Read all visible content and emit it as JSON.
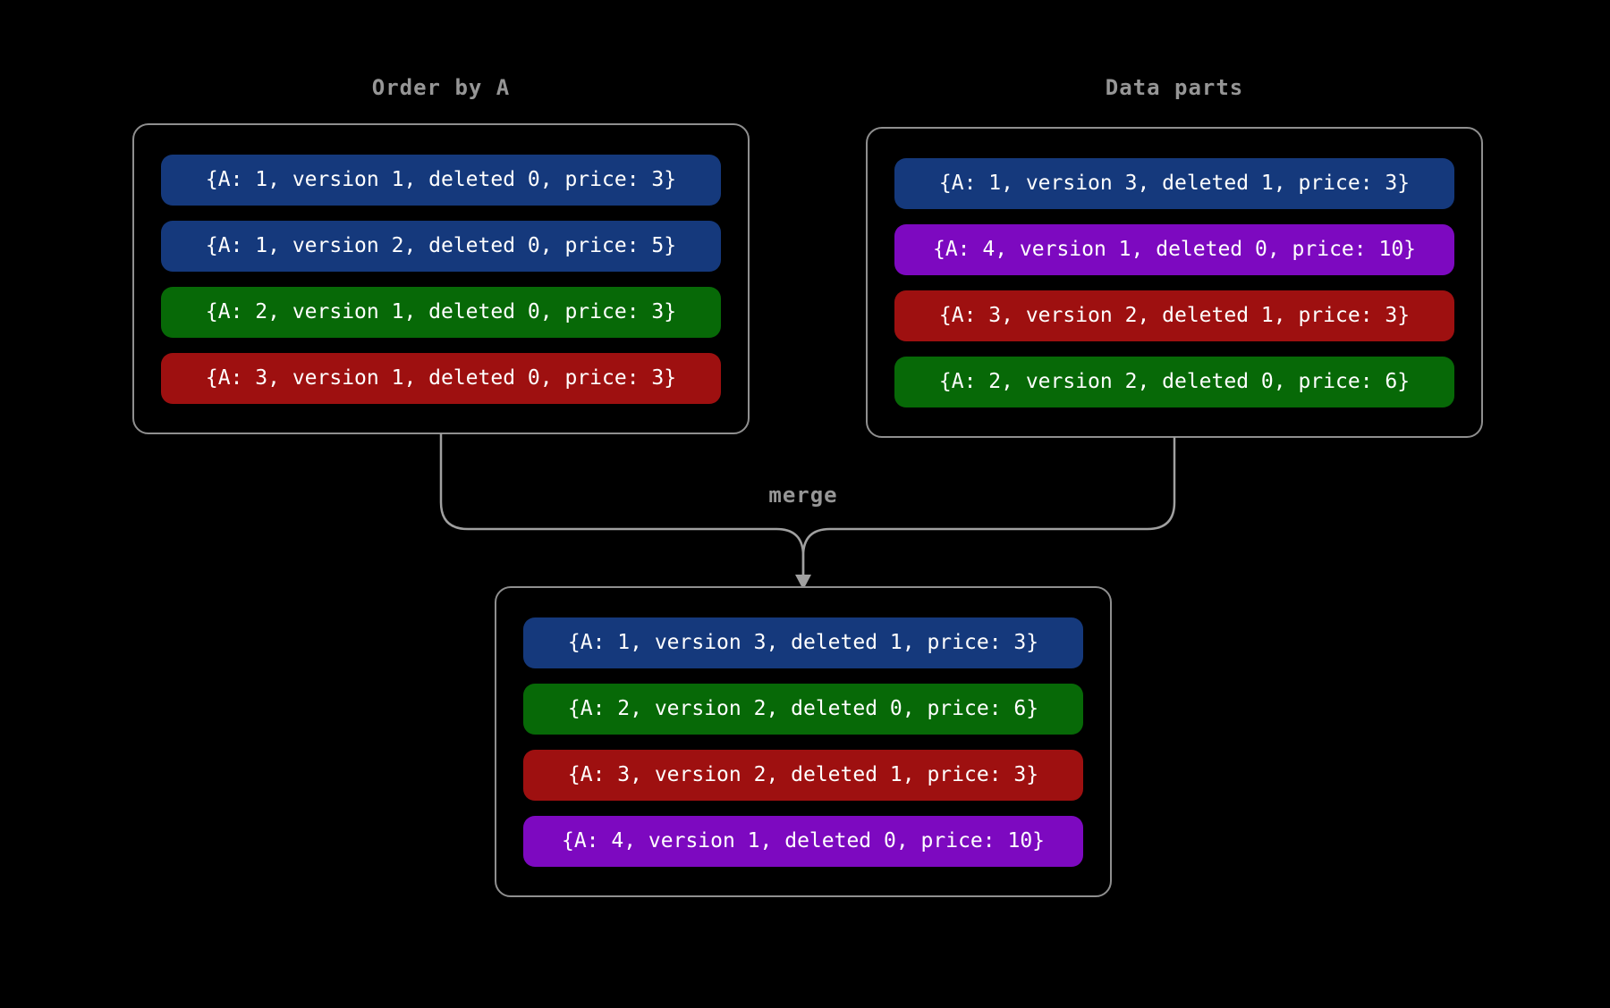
{
  "palette": {
    "background": "#000000",
    "box_border": "#8f8f8f",
    "connector_line": "#a0a0a0",
    "heading_text": "#969696",
    "row_text": "#ffffff",
    "blue": "#15397c",
    "green": "#076907",
    "red": "#9e1010",
    "purple": "#7d09c0"
  },
  "diagram": {
    "left_panel": {
      "title": "Order by A",
      "rows": [
        {
          "text": "{A: 1, version 1, deleted 0, price: 3}",
          "color": "blue"
        },
        {
          "text": "{A: 1, version 2, deleted 0, price: 5}",
          "color": "blue"
        },
        {
          "text": "{A: 2, version 1, deleted 0, price: 3}",
          "color": "green"
        },
        {
          "text": "{A: 3, version 1, deleted 0, price: 3}",
          "color": "red"
        }
      ]
    },
    "right_panel": {
      "title": "Data parts",
      "rows": [
        {
          "text": "{A: 1, version 3, deleted 1, price: 3}",
          "color": "blue"
        },
        {
          "text": "{A: 4, version 1, deleted 0, price: 10}",
          "color": "purple"
        },
        {
          "text": "{A: 3, version 2, deleted 1, price: 3}",
          "color": "red"
        },
        {
          "text": "{A: 2, version 2, deleted 0, price: 6}",
          "color": "green"
        }
      ]
    },
    "merge_label": "merge",
    "merged_panel": {
      "rows": [
        {
          "text": "{A: 1, version 3, deleted 1, price: 3}",
          "color": "blue"
        },
        {
          "text": "{A: 2, version 2, deleted 0, price: 6}",
          "color": "green"
        },
        {
          "text": "{A: 3, version 2, deleted 1, price: 3}",
          "color": "red"
        },
        {
          "text": "{A: 4, version 1, deleted 0, price: 10}",
          "color": "purple"
        }
      ]
    }
  }
}
